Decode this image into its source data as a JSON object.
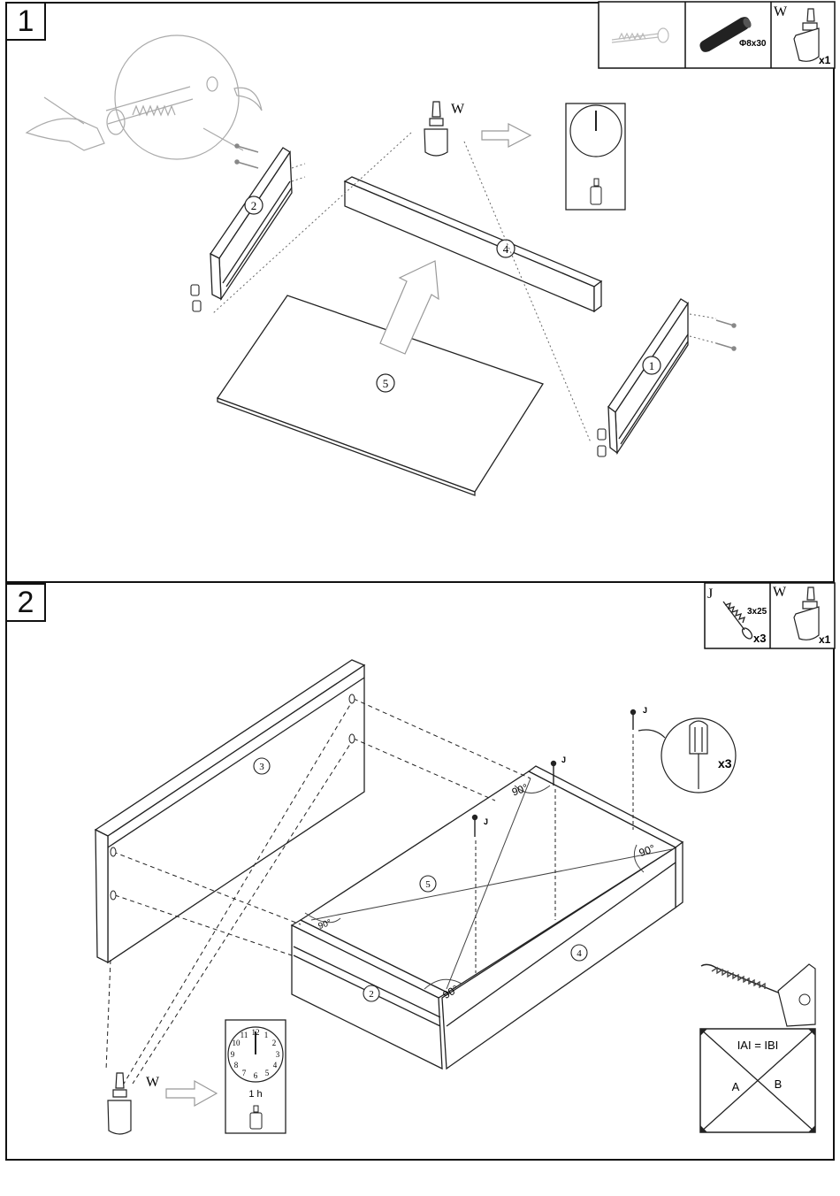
{
  "step1": {
    "number": "1",
    "parts_legend": {
      "dowel_label": "Φ8x30",
      "glue_code": "W",
      "glue_qty": "x1"
    },
    "glue_code": "W",
    "panel_numbers": [
      "2",
      "4",
      "1",
      "5"
    ]
  },
  "step2": {
    "number": "2",
    "parts_legend": {
      "screw_code": "J",
      "screw_size": "3x25",
      "screw_qty": "x3",
      "glue_code": "W",
      "glue_qty": "x1"
    },
    "screw_markers": [
      "J",
      "J",
      "J"
    ],
    "screwdriver_qty": "x3",
    "panel_numbers": [
      "3",
      "5",
      "4",
      "2"
    ],
    "angle_labels": [
      "90°",
      "90°",
      "90°",
      "90°"
    ],
    "glue_code": "W",
    "clock_numerals": [
      "12",
      "1",
      "2",
      "3",
      "4",
      "5",
      "6",
      "7",
      "8",
      "9",
      "10",
      "11"
    ],
    "dry_time": "1 h",
    "diagonal_check": {
      "equation": "IAI = IBI",
      "label_a": "A",
      "label_b": "B"
    }
  }
}
